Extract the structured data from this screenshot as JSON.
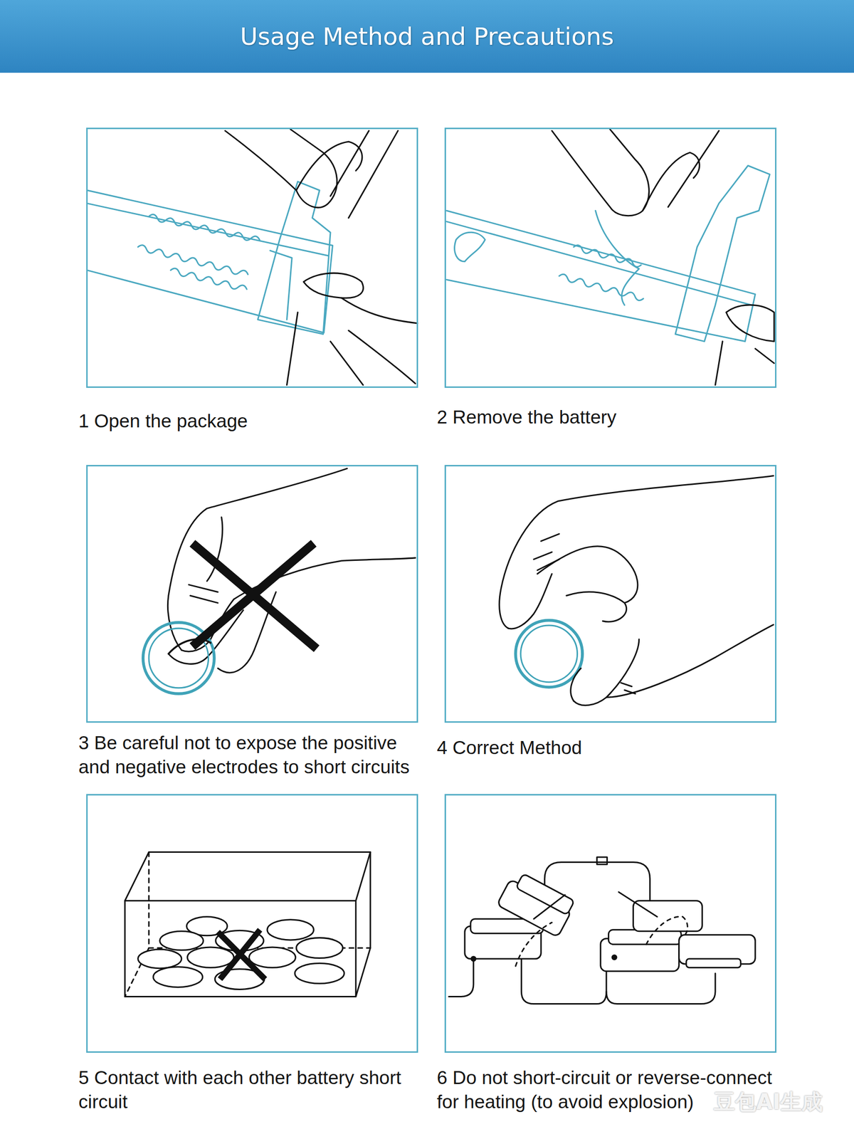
{
  "diagram": {
    "title": "Usage Method and Precautions",
    "nodes": [
      {
        "text": [
          "1 Open the package"
        ]
      },
      {
        "text": [
          "2 Remove the battery"
        ]
      },
      {
        "text": [
          "3 Be careful not to expose the positive and negative electrodes to short circuits"
        ]
      },
      {
        "text": [
          "4 Correct Method"
        ]
      },
      {
        "text": [
          "5 Contact with each other battery short circuit"
        ]
      },
      {
        "text": [
          "6 Do not short-circuit or reverse-connect for heating (to avoid explosion)"
        ]
      }
    ],
    "labels": [
      "豆包AI生成"
    ]
  }
}
